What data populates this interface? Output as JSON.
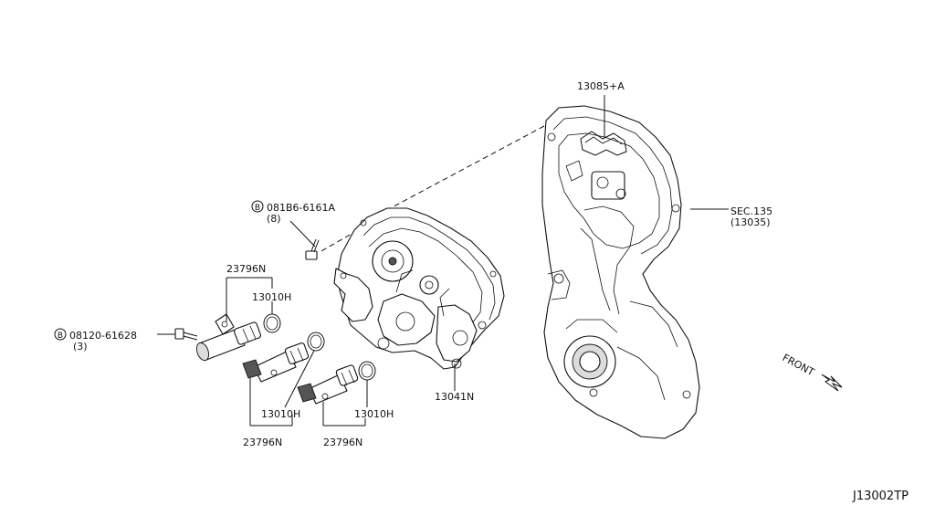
{
  "labels": {
    "bolt_8": "081B6-6161A",
    "bolt_8_qty": "(8)",
    "bolt_3": "08120-61628",
    "bolt_3_qty": "(3)",
    "sol_top": "23796N",
    "oring_top": "13010H",
    "oring_mid": "13010H",
    "oring_right": "13010H",
    "sol_bot_left": "23796N",
    "sol_bot_right": "23796N",
    "front_cover": "13041N",
    "gasket": "13085+A",
    "sec_ref": "SEC.135",
    "sec_ref_sub": "(13035)",
    "front": "FRONT",
    "diagram_id": "J13002TP",
    "bolt_marker": "B"
  }
}
